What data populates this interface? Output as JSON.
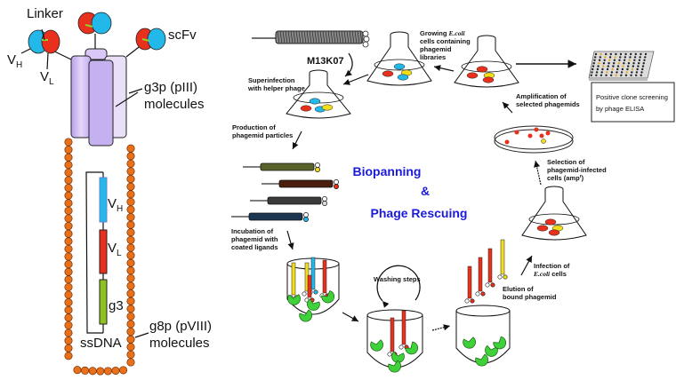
{
  "phage_structure": {
    "labels": {
      "linker": "Linker",
      "vh": "V",
      "vh_sub": "H",
      "vl": "V",
      "vl_sub": "L",
      "scfv": "scFv",
      "g3p_line1": "g3p (pIII)",
      "g3p_line2": "molecules",
      "genome_vh": "V",
      "genome_vh_sub": "H",
      "genome_vl": "V",
      "genome_vl_sub": "L",
      "genome_g3": "g3",
      "ssdna": "ssDNA",
      "g8p_line1": "g8p (pVIII)",
      "g8p_line2": "molecules"
    },
    "colors": {
      "vh": "#22b8ea",
      "vl": "#e8301c",
      "linker": "#8fd22a",
      "g3": "#8ec21e",
      "coat_protein": "#e8701a",
      "g3p": "#c9b3ee"
    }
  },
  "cycle": {
    "title_line1": "Biopanning",
    "title_line2": "&",
    "title_line3": "Phage Rescuing",
    "title_color": "#1a1adc",
    "steps": {
      "helper_phage": "M13K07",
      "growing_1": "Growing",
      "growing_ecoli": "E.coli",
      "growing_2": "cells containing",
      "growing_3": "phagemid",
      "growing_4": "libraries",
      "superinfection_1": "Superinfection",
      "superinfection_2": "with helper phage",
      "production_1": "Production of",
      "production_2": "phagemid particles",
      "incubation_1": "Incubation of",
      "incubation_2": "phagemid with",
      "incubation_3": "coated ligands",
      "washing": "Washing steps",
      "elution_1": "Elution of",
      "elution_2": "bound phagemid",
      "infection_1": "Infection of",
      "infection_ecoli": "E.coli",
      "infection_2": "cells",
      "selection_1": "Selection of",
      "selection_2": "phagemid-infected",
      "selection_3": "cells (amp",
      "selection_sup": "r",
      "selection_4": ")",
      "amplification_1": "Amplification of",
      "amplification_2": "selected phagemids",
      "screening_1": "Positive clone screening",
      "screening_2": "by phage ELISA"
    }
  }
}
